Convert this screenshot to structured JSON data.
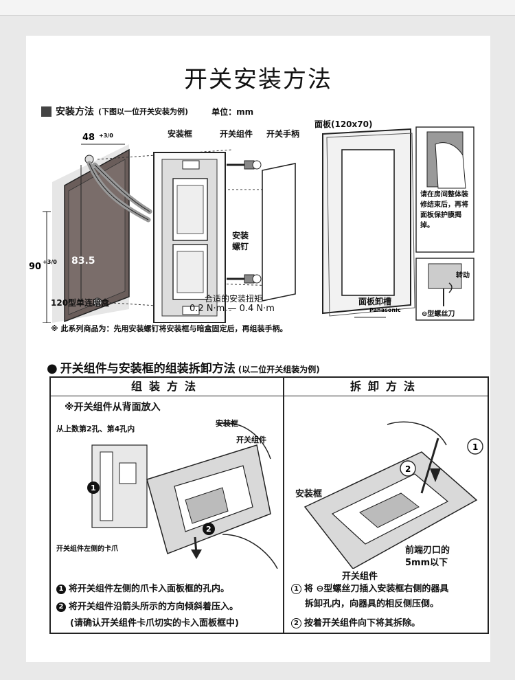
{
  "page": {
    "title": "开关安装方法"
  },
  "section1": {
    "heading": "安装方法",
    "subheading": "(下图以一位开关安装为例)",
    "unit": "单位：mm",
    "labels": {
      "frame": "安装框",
      "switch_module": "开关组件",
      "handle": "开关手柄",
      "panel": "面板(120x70)",
      "width": "48",
      "width_tol": "+3/0",
      "height": "90",
      "height_tol": "+3/0",
      "pitch": "83.5",
      "screw": "安装螺钉",
      "box": "120型单连暗盒",
      "torque_title": "合适的安装扭矩",
      "torque_value": "0.2 N·m — 0.4 N·m",
      "panel_slot": "面板卸槽",
      "film_note": "请在房间整体装修结束后，再将面板保护膜揭掉。",
      "rotate": "转动",
      "screwdriver": "⊖型螺丝刀",
      "brand": "Panasonic"
    },
    "note": "※ 此系列商品为：先用安装螺钉将安装框与暗盒固定后，再组装手柄。"
  },
  "section2": {
    "title": "开关组件与安装框的组装拆卸方法",
    "subtitle": "(以二位开关组装为例)",
    "assembly": {
      "header": "组装方法",
      "caption": "※开关组件从背面放入",
      "holes": "从上数第2孔、第4孔内",
      "frame": "安装框",
      "module": "开关组件",
      "claw": "开关组件左侧的卡爪",
      "step1": "将开关组件左侧的爪卡入面板框的孔内。",
      "step2": "将开关组件沿箭头所示的方向倾斜着压入。",
      "step2_note": "(请确认开关组件卡爪切实的卡入面板框中)"
    },
    "disassembly": {
      "header": "拆卸方法",
      "frame": "安装框",
      "module": "开关组件",
      "blade": "前端刃口的",
      "blade_size": "5mm以下",
      "step1_a": "将 ⊖型螺丝刀插入安装框右侧的器具",
      "step1_b": "拆卸孔内，向器具的相反侧压倒。",
      "step2": "按着开关组件向下将其拆除。"
    }
  },
  "colors": {
    "background": "#e9e9e9",
    "card": "#ffffff",
    "ink": "#111111",
    "box_fill": "#6a5d5a"
  },
  "icons": [
    "hand-icon",
    "screwdriver-icon",
    "screw-icon",
    "arrow-icon"
  ]
}
